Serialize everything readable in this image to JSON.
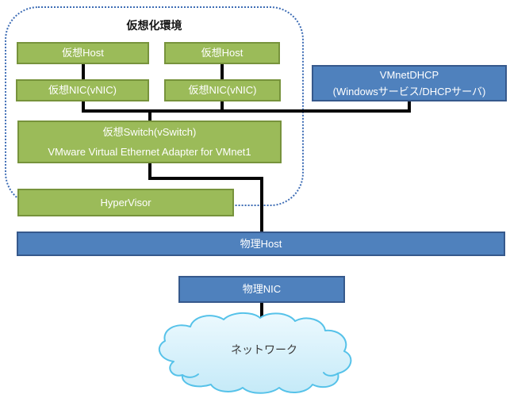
{
  "env": {
    "title": "仮想化環境"
  },
  "nodes": {
    "vhost_left": {
      "label": "仮想Host"
    },
    "vhost_right": {
      "label": "仮想Host"
    },
    "vnic_left": {
      "label": "仮想NIC(vNIC)"
    },
    "vnic_right": {
      "label": "仮想NIC(vNIC)"
    },
    "vmnet_dhcp": {
      "line1": "VMnetDHCP",
      "line2": "(Windowsサービス/DHCPサーバ)"
    },
    "vswitch": {
      "line1": "仮想Switch(vSwitch)",
      "line2": "VMware Virtual Ethernet Adapter for VMnet1"
    },
    "hypervisor": {
      "label": "HyperVisor"
    },
    "physical_host": {
      "label": "物理Host"
    },
    "physical_nic": {
      "label": "物理NIC"
    },
    "network": {
      "label": "ネットワーク"
    }
  },
  "edges": [
    {
      "from": "仮想Host (left)",
      "to": "仮想NIC(vNIC) (left)"
    },
    {
      "from": "仮想Host (right)",
      "to": "仮想NIC(vNIC) (right)"
    },
    {
      "from": "仮想NIC(vNIC) (left)",
      "to": "仮想Switch(vSwitch)"
    },
    {
      "from": "仮想NIC(vNIC) (right)",
      "to": "仮想Switch(vSwitch)"
    },
    {
      "from": "VMnetDHCP",
      "to": "仮想Switch(vSwitch)"
    },
    {
      "from": "仮想Switch(vSwitch)",
      "to": "物理Host"
    },
    {
      "from": "物理NIC",
      "to": "ネットワーク"
    }
  ],
  "colors": {
    "green_fill": "#9bbb59",
    "green_border": "#77933c",
    "blue_fill": "#4f81bd",
    "blue_border": "#36598c",
    "dotted_border": "#3e6db5",
    "connector": "#050505",
    "cloud_border": "#56c2e9",
    "cloud_fill_top": "#ecf9fe",
    "cloud_fill_bottom": "#c5eaf8",
    "title_text": "#161616",
    "box_text": "#ffffff"
  }
}
